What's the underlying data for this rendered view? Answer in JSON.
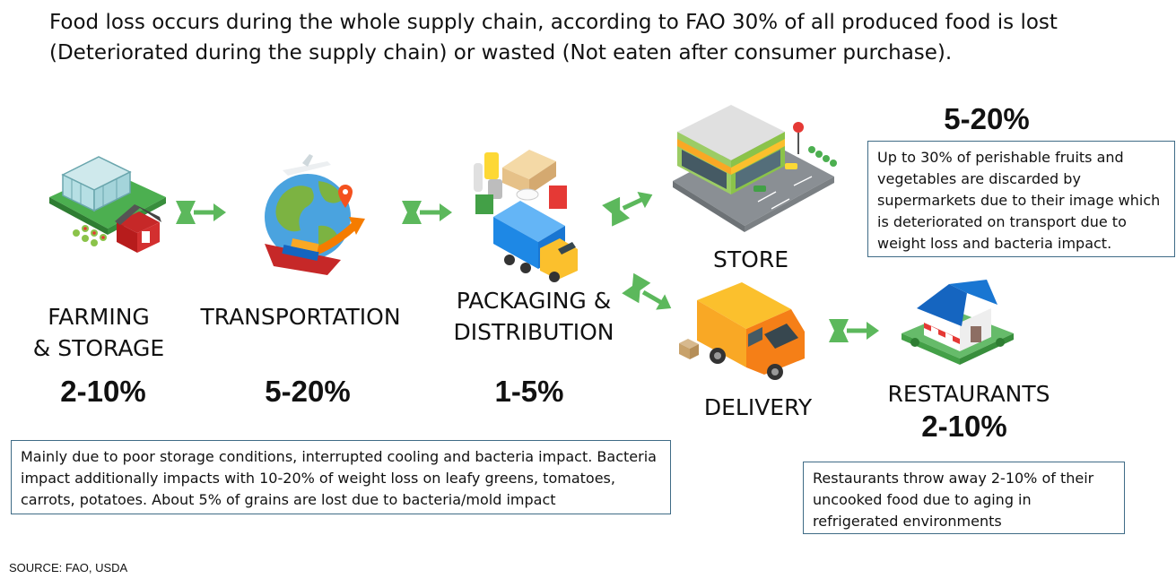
{
  "headline": "Food loss occurs during the whole supply chain, according to FAO 30% of all produced food is lost (Deteriorated during the supply chain) or wasted (Not eaten after consumer purchase).",
  "stages": {
    "farming": {
      "label_line1": "FARMING",
      "label_line2": "& STORAGE",
      "loss": "2-10%",
      "icon": "greenhouse-farm-icon"
    },
    "transportation": {
      "label": "TRANSPORTATION",
      "loss": "5-20%",
      "icon": "globe-ship-plane-icon"
    },
    "packaging": {
      "label_line1": "PACKAGING &",
      "label_line2": "DISTRIBUTION",
      "loss": "1-5%",
      "icon": "truck-packages-icon"
    },
    "store": {
      "label": "STORE",
      "loss": "5-20%",
      "icon": "supermarket-building-icon"
    },
    "delivery": {
      "label": "DELIVERY",
      "icon": "delivery-van-icon"
    },
    "restaurants": {
      "label": "RESTAURANTS",
      "loss": "2-10%",
      "icon": "restaurant-house-icon"
    }
  },
  "notes": {
    "farming": "Mainly due to poor storage conditions, interrupted cooling and bacteria impact. Bacteria impact additionally impacts with 10-20% of weight loss on leafy greens, tomatoes, carrots, potatoes. About 5% of grains are lost due to bacteria/mold impact",
    "store": "Up to 30% of perishable fruits and vegetables are discarded by supermarkets due to their image which is deteriorated on transport due to weight loss and bacteria impact.",
    "restaurants": "Restaurants throw away 2-10% of their uncooked food due to aging in refrigerated environments"
  },
  "source": "SOURCE: FAO, USDA",
  "colors": {
    "arrow": "#5cb85c",
    "note_border": "#3f6b86"
  }
}
